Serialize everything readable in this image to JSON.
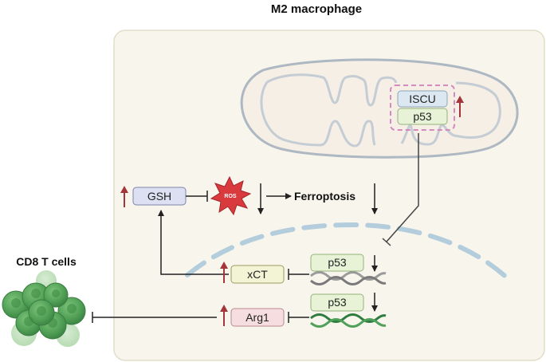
{
  "title": "M2 macrophage",
  "cd8_label": "CD8 T cells",
  "ferroptosis": "Ferroptosis",
  "ros": "ROS",
  "boxes": {
    "iscu": "ISCU",
    "p53_mito": "p53",
    "gsh": "GSH",
    "xct": "xCT",
    "arg1": "Arg1",
    "p53_upper": "p53",
    "p53_lower": "p53"
  },
  "colors": {
    "cell_bg": "#f7f5ec",
    "cell_border": "#e1ddc8",
    "mito_fill": "#f6efe6",
    "mito_stroke": "#aeb8c2",
    "nucleus_dash": "#b4cddd",
    "iscu_box": "#dbe8f1",
    "p53_box": "#e7f2d6",
    "gsh_box": "#dde0f2",
    "xct_box": "#f3f4d6",
    "arg1_box": "#f6dde0",
    "up_arrow": "#a4353b",
    "ros_burst": "#d93a3e",
    "dna_gray": "#9a9a9a",
    "dna_green": "#2e7d3f",
    "pink_dash": "#d38bbf",
    "tcell_green": "#6cb26c"
  }
}
